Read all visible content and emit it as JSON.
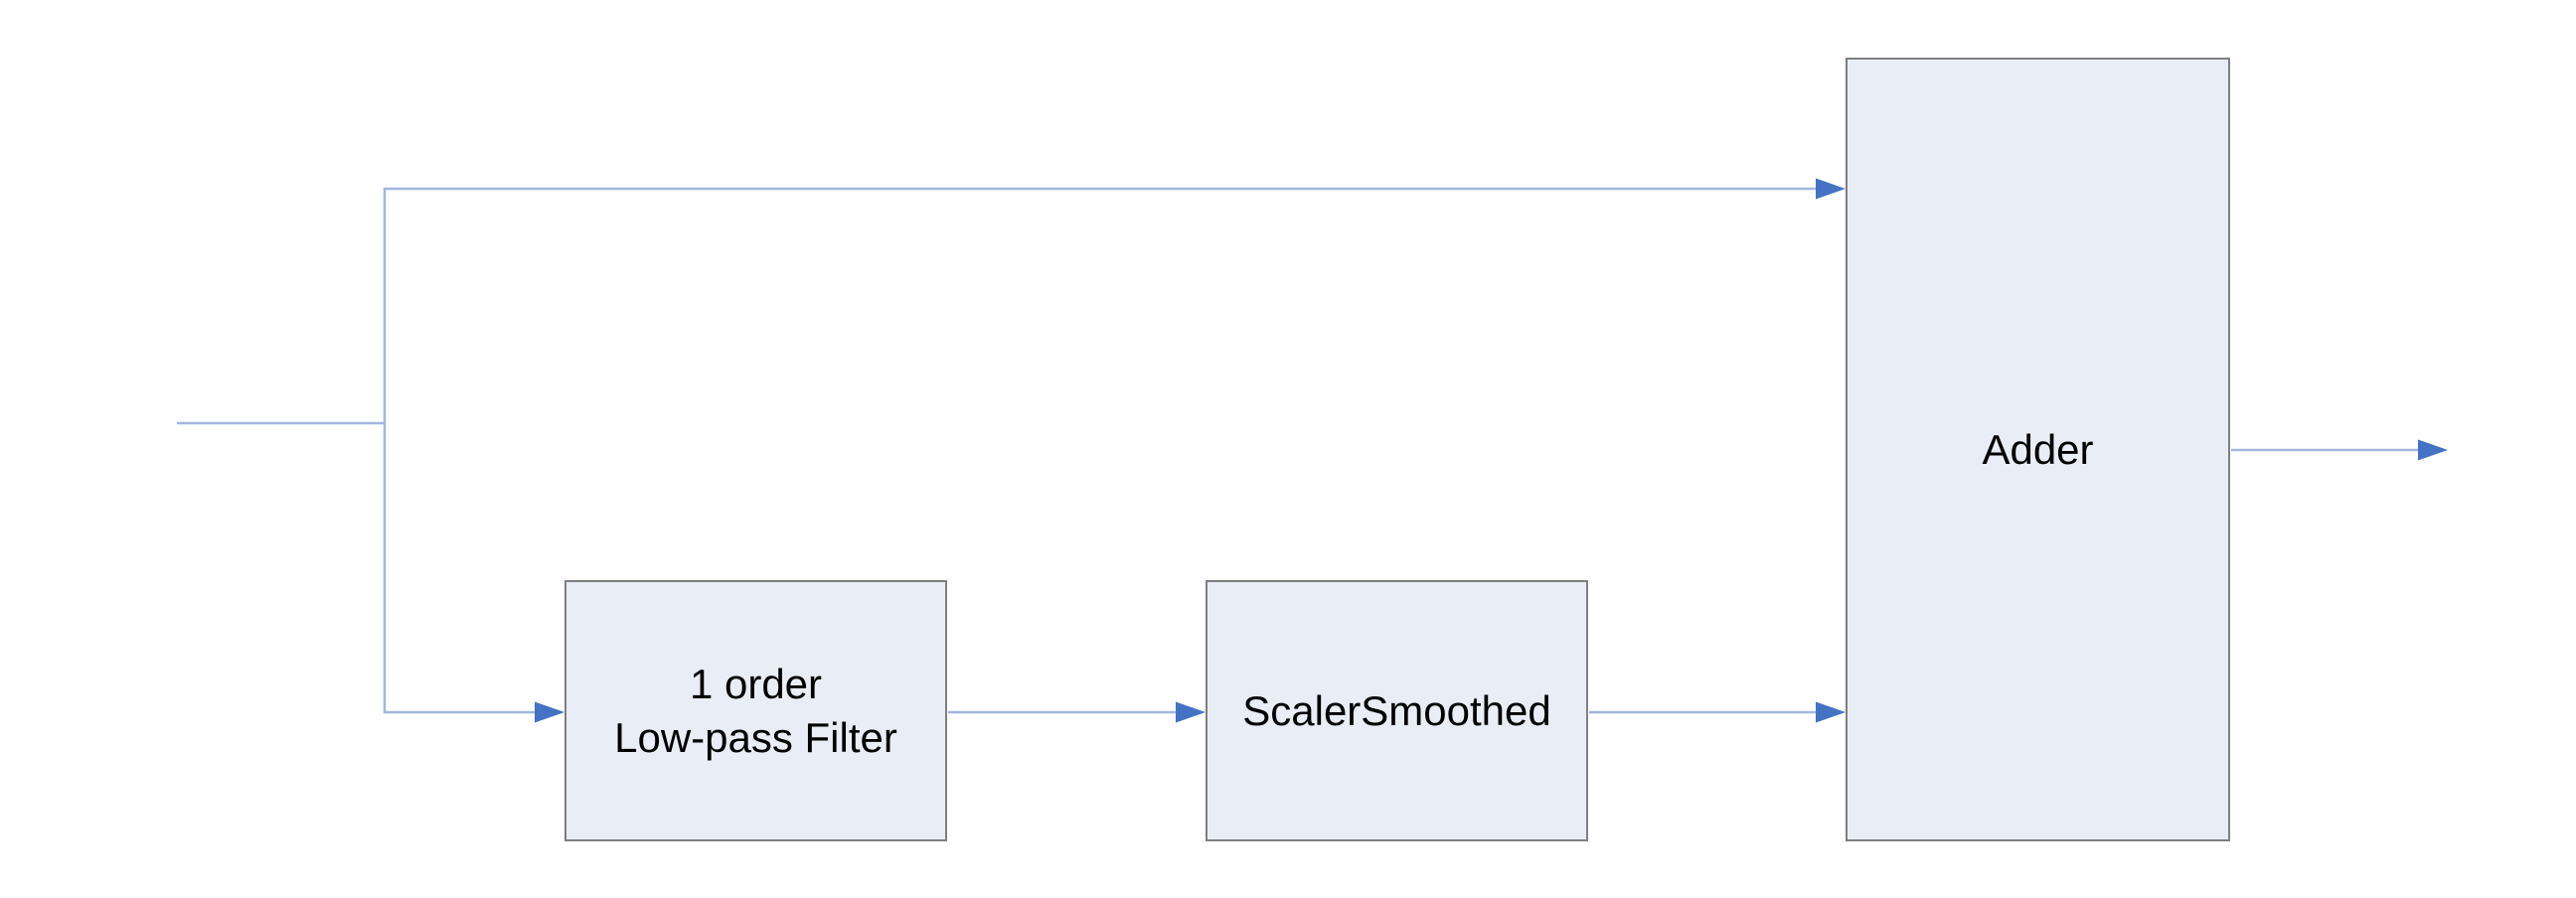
{
  "diagram": {
    "nodes": {
      "lowpass_filter": {
        "line1": "1 order",
        "line2": "Low-pass Filter"
      },
      "scaler_smoothed": {
        "label": "ScalerSmoothed"
      },
      "adder": {
        "label": "Adder"
      }
    },
    "colors": {
      "background": "#ffffff",
      "node_fill": "#e9edf6",
      "node_border": "#7f7f7f",
      "connector_line": "#a3b7de",
      "arrowhead_fill": "#4472c4",
      "label_text": "#000000"
    }
  }
}
